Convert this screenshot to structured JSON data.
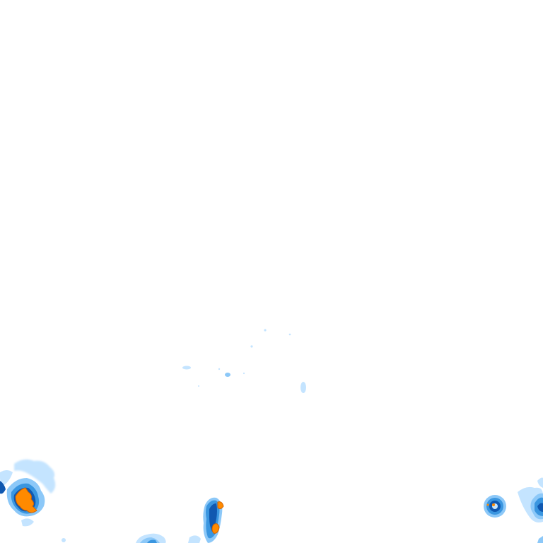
{
  "map": {
    "type": "precipitation-radar-tile",
    "background_color": "#ffffff",
    "intensity_palette": {
      "very_light": "#c4e4ff",
      "light": "#8cc8f8",
      "moderate": "#3a96e0",
      "heavy": "#1058b0",
      "intense": "#ff8a00",
      "intense_outline": "#d26400"
    },
    "echo_cells": [
      {
        "name": "small-echo",
        "intensity": "very_light"
      },
      {
        "name": "small-echo",
        "intensity": "very_light"
      },
      {
        "name": "small-echo",
        "intensity": "very_light"
      },
      {
        "name": "small-echo",
        "intensity": "very_light"
      },
      {
        "name": "small-echo",
        "intensity": "very_light"
      },
      {
        "name": "small-echo",
        "intensity": "very_light"
      },
      {
        "name": "small-echo",
        "intensity": "very_light"
      },
      {
        "name": "west-storm-cell",
        "intensity": "intense"
      },
      {
        "name": "central-storm-cell",
        "intensity": "intense"
      },
      {
        "name": "south-echo-cluster",
        "intensity": "moderate"
      },
      {
        "name": "east-ring-cell",
        "intensity": "heavy"
      },
      {
        "name": "east-edge-cell",
        "intensity": "moderate"
      }
    ]
  }
}
